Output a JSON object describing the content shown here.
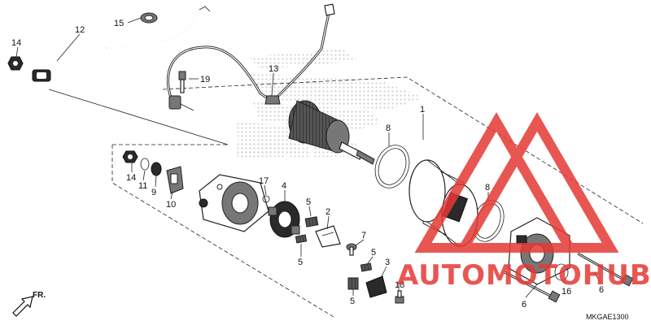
{
  "diagram": {
    "callouts": [
      {
        "id": "c14a",
        "label": "14"
      },
      {
        "id": "c12",
        "label": "12"
      },
      {
        "id": "c15",
        "label": "15"
      },
      {
        "id": "c19",
        "label": "19"
      },
      {
        "id": "c13",
        "label": "13"
      },
      {
        "id": "c1",
        "label": "1"
      },
      {
        "id": "c8a",
        "label": "8"
      },
      {
        "id": "c8b",
        "label": "8"
      },
      {
        "id": "c14b",
        "label": "14"
      },
      {
        "id": "c11",
        "label": "11"
      },
      {
        "id": "c9",
        "label": "9"
      },
      {
        "id": "c10",
        "label": "10"
      },
      {
        "id": "c17",
        "label": "17"
      },
      {
        "id": "c4",
        "label": "4"
      },
      {
        "id": "c5a",
        "label": "5"
      },
      {
        "id": "c2",
        "label": "2"
      },
      {
        "id": "c5b",
        "label": "5"
      },
      {
        "id": "c7",
        "label": "7"
      },
      {
        "id": "c5c",
        "label": "5"
      },
      {
        "id": "c3",
        "label": "3"
      },
      {
        "id": "c18",
        "label": "18"
      },
      {
        "id": "c5d",
        "label": "5"
      },
      {
        "id": "c16",
        "label": "16"
      },
      {
        "id": "c6a",
        "label": "6"
      },
      {
        "id": "c6b",
        "label": "6"
      }
    ],
    "direction_label": "FR.",
    "diagram_code": "MKGAE1300"
  },
  "watermark": {
    "brand_text": "AUTOMOTOHUB",
    "brand_color": "#e53935",
    "logo_icon": "triangle-mountain-logo"
  },
  "background_logo": {
    "icon": "wing-logo-halftone"
  }
}
